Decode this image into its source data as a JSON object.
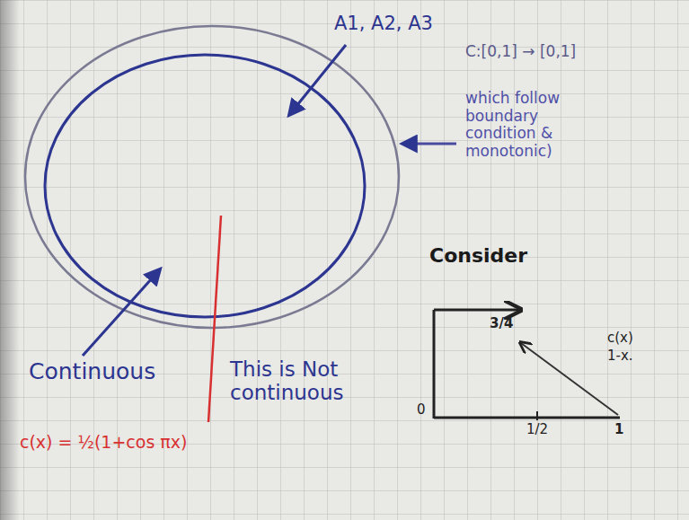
{
  "diagram": {
    "labels": [
      "A1, A2, A3",
      "C:[0,1] → [0,1]",
      "which follow boundary condition & monotonic)",
      "Consider",
      "Continuous",
      "This is Not continuous",
      "c(x) = ½(1+cos πx)",
      "3/4",
      "0",
      "1/2",
      "1",
      "c(x)",
      "1-x."
    ]
  }
}
